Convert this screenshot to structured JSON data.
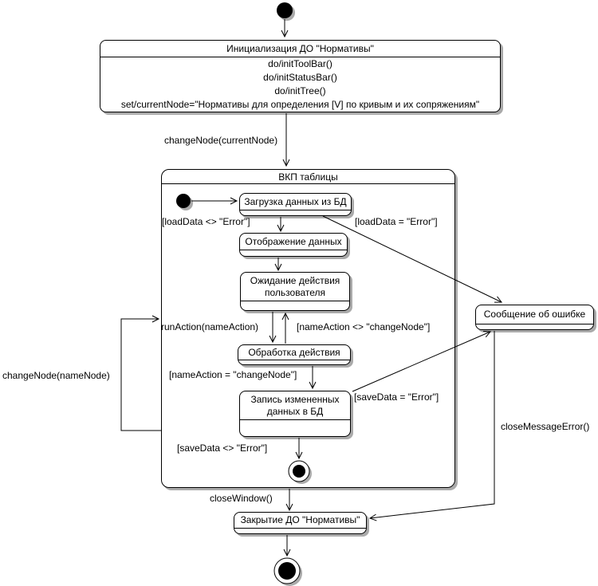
{
  "states": {
    "init": {
      "title": "Инициализация ДО \"Нормативы\"",
      "actions": [
        "do/initToolBar()",
        "do/initStatusBar()",
        "do/initTree()",
        "set/currentNode=\"Нормативы для определения [V] по кривым и их сопряжениям\""
      ]
    },
    "composite": {
      "title": "ВКП таблицы"
    },
    "load_data": {
      "label": "Загрузка данных из БД"
    },
    "display_data": {
      "label": "Отображение данных"
    },
    "wait_user": {
      "label": "Ожидание действия пользователя"
    },
    "process_action": {
      "label": "Обработка действия"
    },
    "save_data": {
      "label": "Запись измененных данных в БД"
    },
    "error_message": {
      "label": "Сообщение об ошибке"
    },
    "close": {
      "label": "Закрытие ДО \"Нормативы\""
    }
  },
  "transitions": {
    "change_node_current": "changeNode(currentNode)",
    "load_ok": "[loadData <> \"Error\"]",
    "load_err": "[loadData = \"Error\"]",
    "run_action": "runAction(nameAction)",
    "name_action_ne": "[nameAction <> \"changeNode\"]",
    "name_action_eq": "[nameAction = \"changeNode\"]",
    "save_err": "[saveData = \"Error\"]",
    "save_ok": "[saveData <> \"Error\"]",
    "change_node_name": "changeNode(nameNode)",
    "close_window": "closeWindow()",
    "close_message_error": "closeMessageError()"
  },
  "colors": {
    "line": "#000000",
    "shadow": "#aaaaaa",
    "background": "#ffffff"
  }
}
